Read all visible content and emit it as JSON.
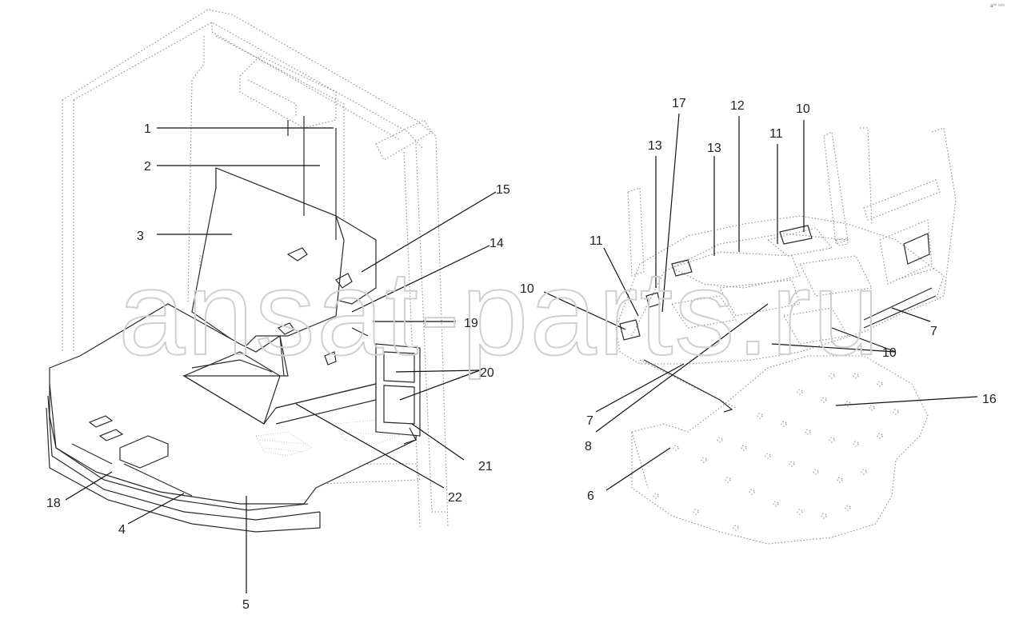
{
  "watermark": "ansat-parts.ru",
  "corner_code": "a⁰⁰ ¹ⁿ¹¹",
  "callouts": {
    "c1": "1",
    "c2": "2",
    "c3": "3",
    "c4": "4",
    "c5": "5",
    "c18": "18",
    "c15": "15",
    "c14": "14",
    "c19": "19",
    "c20": "20",
    "c21": "21",
    "c22": "22",
    "c17": "17",
    "c13a": "13",
    "c13b": "13",
    "c12": "12",
    "c11a": "11",
    "c10a": "10",
    "c11b": "11",
    "c10b": "10",
    "c7a": "7",
    "c10c": "10",
    "c16": "16",
    "c7b": "7",
    "c8": "8",
    "c6": "6"
  }
}
